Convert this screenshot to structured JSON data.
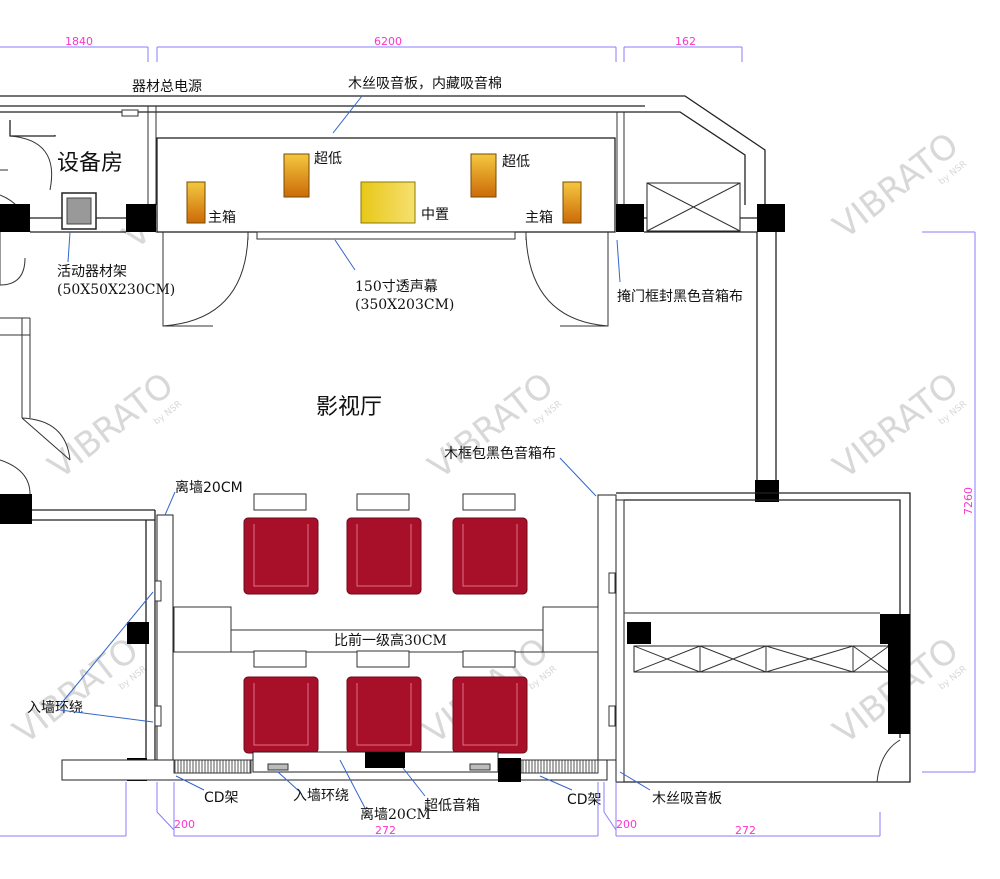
{
  "dimensions": {
    "top_left": "1840",
    "top_middle": "6200",
    "top_right": "162",
    "right_side": "7260",
    "bottom_200_left": "200",
    "bottom_272_left": "272",
    "bottom_200_right": "200",
    "bottom_272_right": "272"
  },
  "rooms": {
    "equipment_room": "设备房",
    "theater": "影视厅"
  },
  "labels": {
    "main_power": "器材总电源",
    "acoustic_panel_top": "木丝吸音板，内藏吸音棉",
    "subwoofer_left": "超低",
    "subwoofer_right": "超低",
    "main_left": "主箱",
    "main_right": "主箱",
    "center": "中置",
    "rack_line1": "活动器材架",
    "rack_line2": "(50X50X230CM)",
    "screen_line1": "150寸透声幕",
    "screen_line2": "(350X203CM)",
    "door_cover": "掩门框封黑色音箱布",
    "frame_cover": "木框包黑色音箱布",
    "wall_gap_left": "离墙20CM",
    "riser": "比前一级高30CM",
    "surround_left": "入墙环绕",
    "cd_rack_left": "CD架",
    "surround_bottom": "入墙环绕",
    "wall_gap_bottom": "离墙20CM",
    "sub_speaker": "超低音箱",
    "cd_rack_right": "CD架",
    "acoustic_panel_bottom": "木丝吸音板"
  },
  "watermark": {
    "brand": "VIBRATO",
    "sub": "by NSR"
  },
  "colors": {
    "seat": "#a8102a",
    "speaker_orange": "#d98a10",
    "speaker_yellow": "#f0d020",
    "dimension": "#ff33cc",
    "dimension_line": "#8a7cff"
  }
}
